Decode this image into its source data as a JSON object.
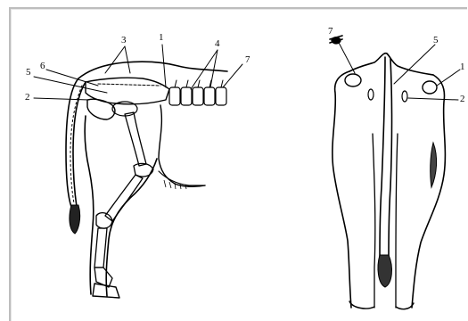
{
  "side_view": {
    "callouts": [
      {
        "id": "left-1",
        "text": "1"
      },
      {
        "id": "left-2",
        "text": "2"
      },
      {
        "id": "left-3",
        "text": "3"
      },
      {
        "id": "left-4",
        "text": "4"
      },
      {
        "id": "left-5",
        "text": "5"
      },
      {
        "id": "left-6",
        "text": "6"
      },
      {
        "id": "left-7",
        "text": "7"
      }
    ]
  },
  "rear_view": {
    "callouts": [
      {
        "id": "right-7",
        "text": "7"
      },
      {
        "id": "right-5",
        "text": "5"
      },
      {
        "id": "right-1",
        "text": "1"
      },
      {
        "id": "right-2",
        "text": "2"
      }
    ]
  }
}
